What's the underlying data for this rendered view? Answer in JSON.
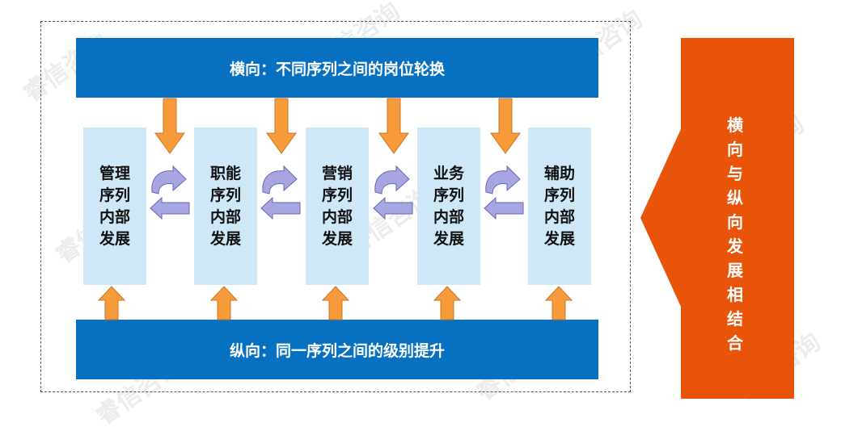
{
  "horizontal_banner": "横向：不同序列之间的岗位轮换",
  "vertical_banner": "纵向：同一序列之间的级别提升",
  "sequences": [
    {
      "label": "管理序列内部发展"
    },
    {
      "label": "职能序列内部发展"
    },
    {
      "label": "营销序列内部发展"
    },
    {
      "label": "业务序列内部发展"
    },
    {
      "label": "辅助序列内部发展"
    }
  ],
  "side_label": "横向与纵向发展相结合",
  "watermark": "睿信咨询",
  "colors": {
    "banner_blue": "#0870C0",
    "column_fill": "#CFE8F8",
    "orange": "#F79A3A",
    "side_orange": "#E8540A",
    "cycle_purple": "#A8A6E0"
  }
}
